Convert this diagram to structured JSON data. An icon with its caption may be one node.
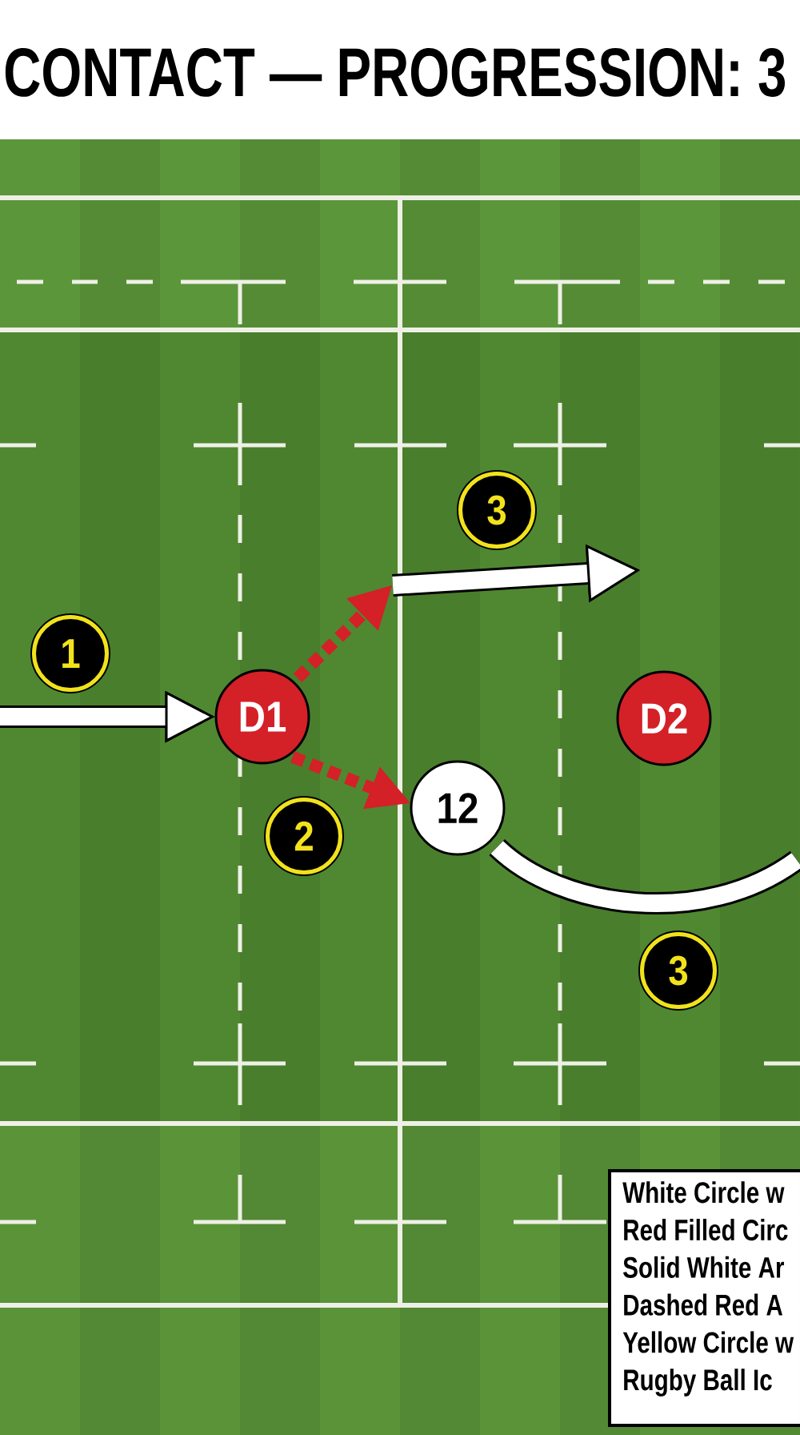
{
  "diagram": {
    "title": "CONTACT — PROGRESSION: 3",
    "nodes": [
      {
        "text": [
          "3"
        ]
      },
      {
        "text": [
          "1"
        ]
      },
      {
        "text": [
          "D1"
        ]
      },
      {
        "text": [
          "D2"
        ]
      },
      {
        "text": [
          "12"
        ]
      },
      {
        "text": [
          "2"
        ]
      },
      {
        "text": [
          "3"
        ]
      }
    ],
    "edges": [
      {
        "from": null,
        "to": 2,
        "arrow": "to",
        "style": "thick"
      },
      {
        "from": 2,
        "to": null,
        "arrow": "to",
        "style": "dashed",
        "color": "#d42027"
      },
      {
        "from": 2,
        "to": 4,
        "arrow": "to",
        "style": "dashed",
        "color": "#d42027"
      },
      {
        "from": 4,
        "to": null,
        "arrow": "none",
        "style": "thick"
      }
    ],
    "legend": [
      {
        "text": "White Circle w"
      },
      {
        "text": "Red Filled Circ"
      },
      {
        "text": "Solid White Ar"
      },
      {
        "text": "Dashed Red A"
      },
      {
        "text": "Yellow Circle w"
      },
      {
        "text": "Rugby Ball Ic"
      }
    ]
  }
}
